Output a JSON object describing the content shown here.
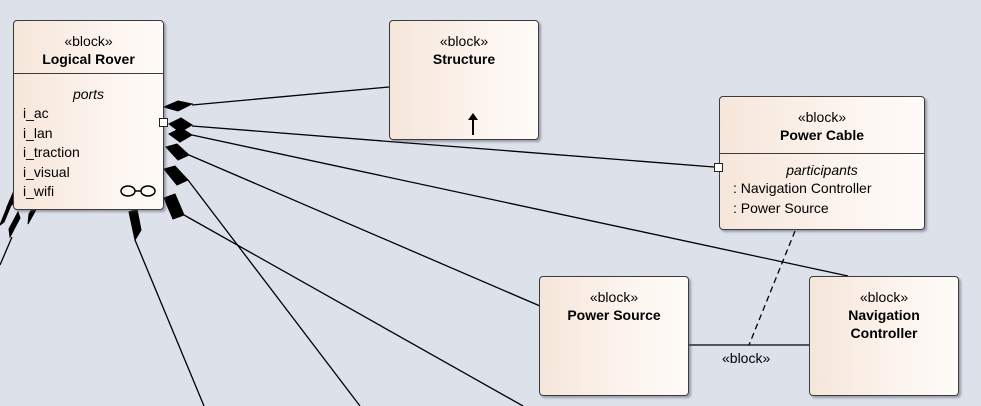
{
  "blocks": {
    "logical_rover": {
      "stereotype": "«block»",
      "name": "Logical Rover",
      "section_title": "ports",
      "ports": [
        "i_ac",
        "i_lan",
        "i_traction",
        "i_visual",
        "i_wifi"
      ],
      "icon": "link-chain-icon"
    },
    "structure": {
      "stereotype": "«block»",
      "name": "Structure",
      "icon": "up-arrow-icon"
    },
    "power_cable": {
      "stereotype": "«block»",
      "name": "Power Cable",
      "section_title": "participants",
      "participants": [
        ": Navigation Controller",
        ": Power Source"
      ]
    },
    "power_source": {
      "stereotype": "«block»",
      "name": "Power Source"
    },
    "navigation_controller": {
      "stereotype": "«block»",
      "name_line1": "Navigation",
      "name_line2": "Controller"
    }
  },
  "association_label": "«block»",
  "colors": {
    "background": "#dde1ea",
    "block_fill_left": "#f6e6da",
    "block_fill_right": "#fefbf8",
    "line": "#000000"
  }
}
